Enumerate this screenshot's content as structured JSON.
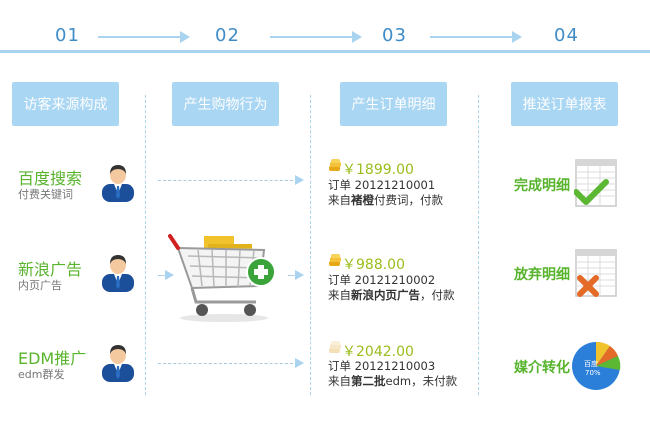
{
  "steps": [
    "01",
    "02",
    "03",
    "04"
  ],
  "headers": [
    "访客来源构成",
    "产生购物行为",
    "产生订单明细",
    "推送订单报表"
  ],
  "sources": [
    {
      "name": "百度搜索",
      "sub": "付费关键词"
    },
    {
      "name": "新浪广告",
      "sub": "内页广告"
    },
    {
      "name": "EDM推广",
      "sub": "edm群发"
    }
  ],
  "orders": [
    {
      "price": "￥1899.00",
      "order": "订单 20121210001",
      "from_prefix": "来自",
      "from_bold": "褚橙",
      "from_suffix": "付费词，付款"
    },
    {
      "price": "￥988.00",
      "order": "订单 20121210002",
      "from_prefix": "来自",
      "from_bold": "新浪内页广告",
      "from_suffix": "，付款"
    },
    {
      "price": "￥2042.00",
      "order": "订单 20121210003",
      "from_prefix": "来自",
      "from_bold": "第二批",
      "from_suffix": "edm，未付款"
    }
  ],
  "reports": [
    {
      "label": "完成明细",
      "icon": "check-sheet-icon"
    },
    {
      "label": "放弃明细",
      "icon": "cross-sheet-icon"
    },
    {
      "label": "媒介转化",
      "icon": "pie-chart-icon"
    }
  ],
  "pie": {
    "label": "百度",
    "percent": "70%"
  },
  "colors": {
    "accent_blue": "#a9d6f3",
    "step_blue": "#3f8cc7",
    "green": "#58b42d",
    "price_green": "#9bbd1d"
  }
}
